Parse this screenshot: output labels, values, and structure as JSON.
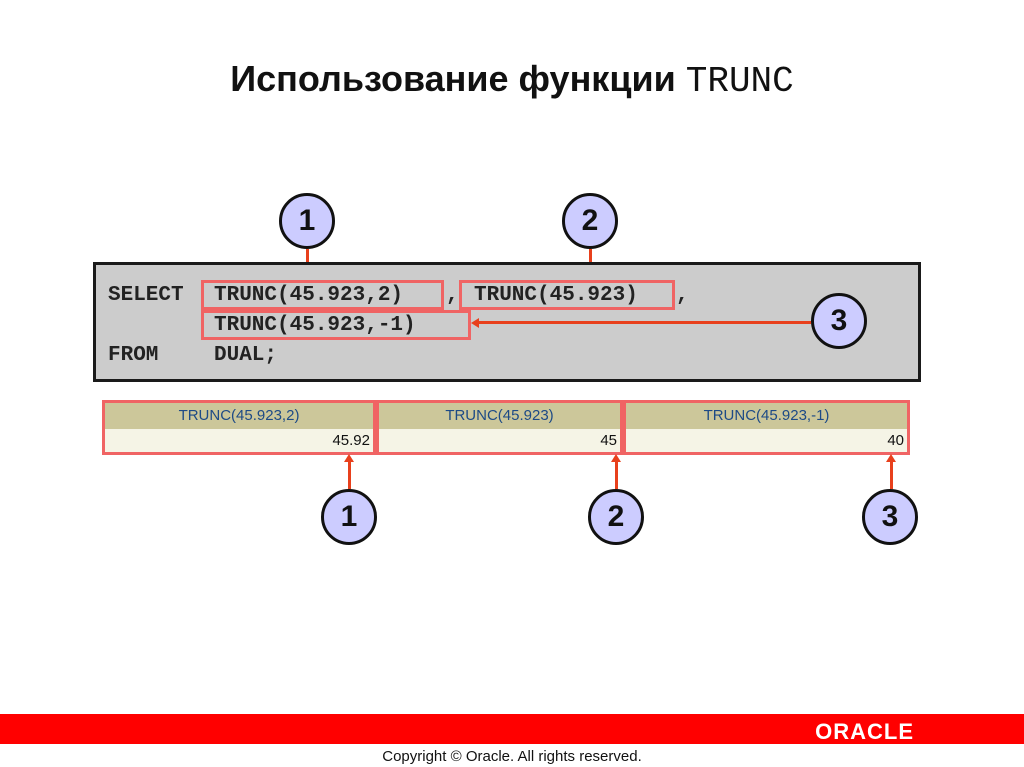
{
  "slide": {
    "title_text": "Использование функции",
    "title_code": "TRUNC"
  },
  "code": {
    "line1_keyword": "SELECT",
    "expr1": "TRUNC(45.923,2)",
    "sep1": ",",
    "expr2": "TRUNC(45.923)",
    "sep2": ",",
    "expr3": "TRUNC(45.923,-1)",
    "line3_keyword": "FROM",
    "table": "DUAL;"
  },
  "callouts": {
    "top": [
      "1",
      "2"
    ],
    "side": "3",
    "bottom": [
      "1",
      "2",
      "3"
    ]
  },
  "result": {
    "columns": [
      {
        "header": "TRUNC(45.923,2)",
        "value": "45.92"
      },
      {
        "header": "TRUNC(45.923)",
        "value": "45"
      },
      {
        "header": "TRUNC(45.923,-1)",
        "value": "40"
      }
    ]
  },
  "footer": {
    "brand": "ORACLE",
    "copyright": "Copyright ©  Oracle.  All rights reserved."
  },
  "colors": {
    "footer_bar": "#ff0000",
    "callout_fill": "#ccccff",
    "highlight_border": "#f06464",
    "arrow": "#e8401c",
    "code_bg": "#cccccc",
    "table_header_bg": "#ccc79a",
    "table_header_text": "#1d4a86"
  }
}
